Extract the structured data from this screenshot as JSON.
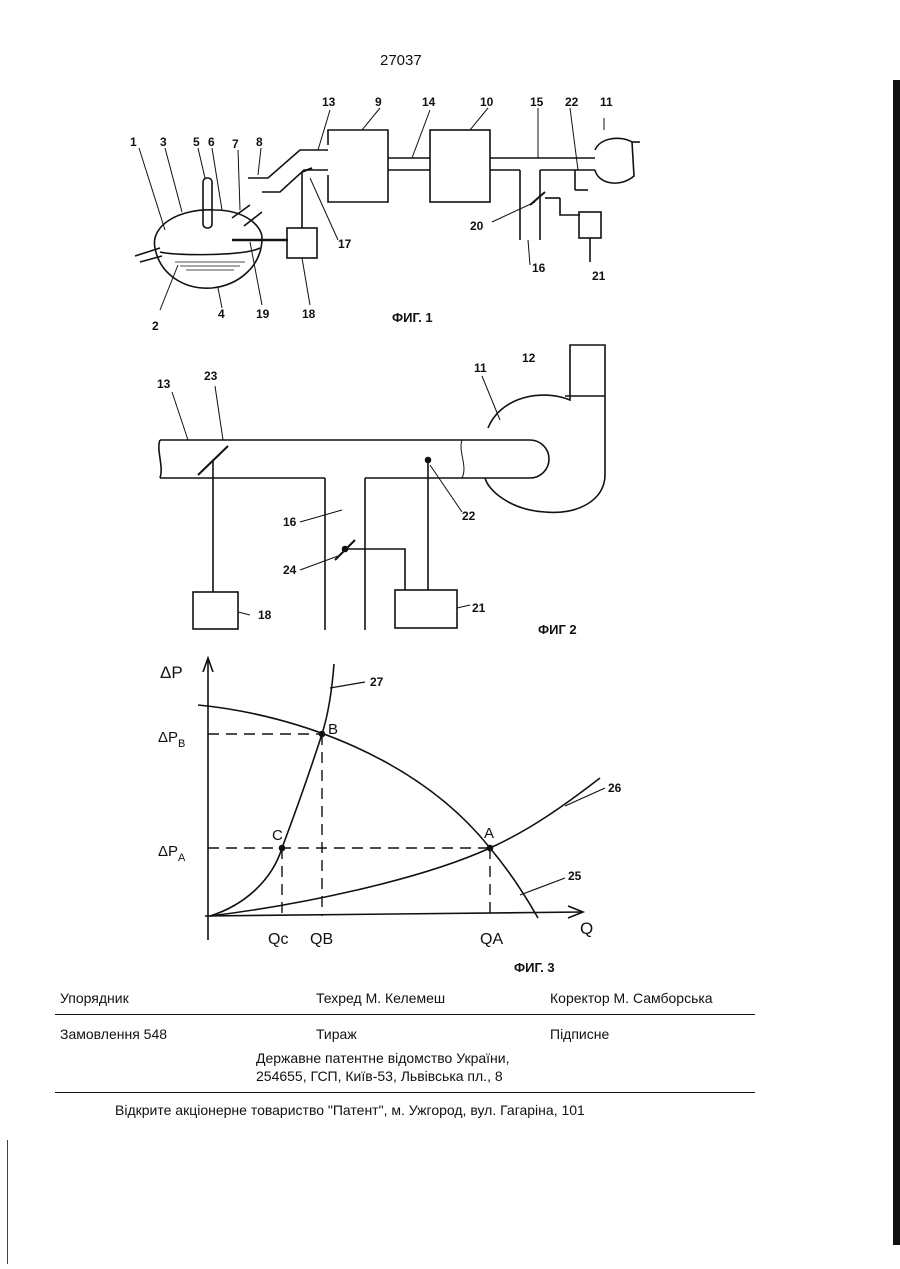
{
  "page_number": "27037",
  "fig1": {
    "caption": "ФИГ. 1",
    "labels": [
      "1",
      "2",
      "3",
      "4",
      "5",
      "6",
      "7",
      "8",
      "19",
      "18",
      "13",
      "17",
      "9",
      "14",
      "10",
      "15",
      "22",
      "11",
      "20",
      "16",
      "21"
    ]
  },
  "fig2": {
    "caption": "ФИГ 2",
    "labels": [
      "13",
      "23",
      "11",
      "12",
      "16",
      "22",
      "24",
      "18",
      "21"
    ]
  },
  "fig3": {
    "caption": "ФИГ. 3",
    "axis_y": "ΔP",
    "axis_x": "Q",
    "tick_y_top": "ΔP",
    "tick_y_top_sub": "B",
    "tick_y_bottom": "ΔP",
    "tick_y_bottom_sub": "A",
    "ticks_x": [
      "Qc",
      "QB",
      "QA"
    ],
    "points": [
      "B",
      "C",
      "A"
    ],
    "curves": [
      "27",
      "26",
      "25"
    ]
  },
  "footer": {
    "compiler": "Упорядник",
    "techred": "Техред М. Келемеш",
    "corrector": "Коректор М. Самборська",
    "order": "Замовлення 548",
    "circulation": "Тираж",
    "subscription": "Підписне",
    "office_line1": "Державне патентне відомство України,",
    "office_line2": "254655, ГСП, Київ-53, Львівська пл., 8",
    "publisher": "Відкрите акціонерне товариство \"Патент\", м. Ужгород, вул. Гагаріна, 101"
  }
}
